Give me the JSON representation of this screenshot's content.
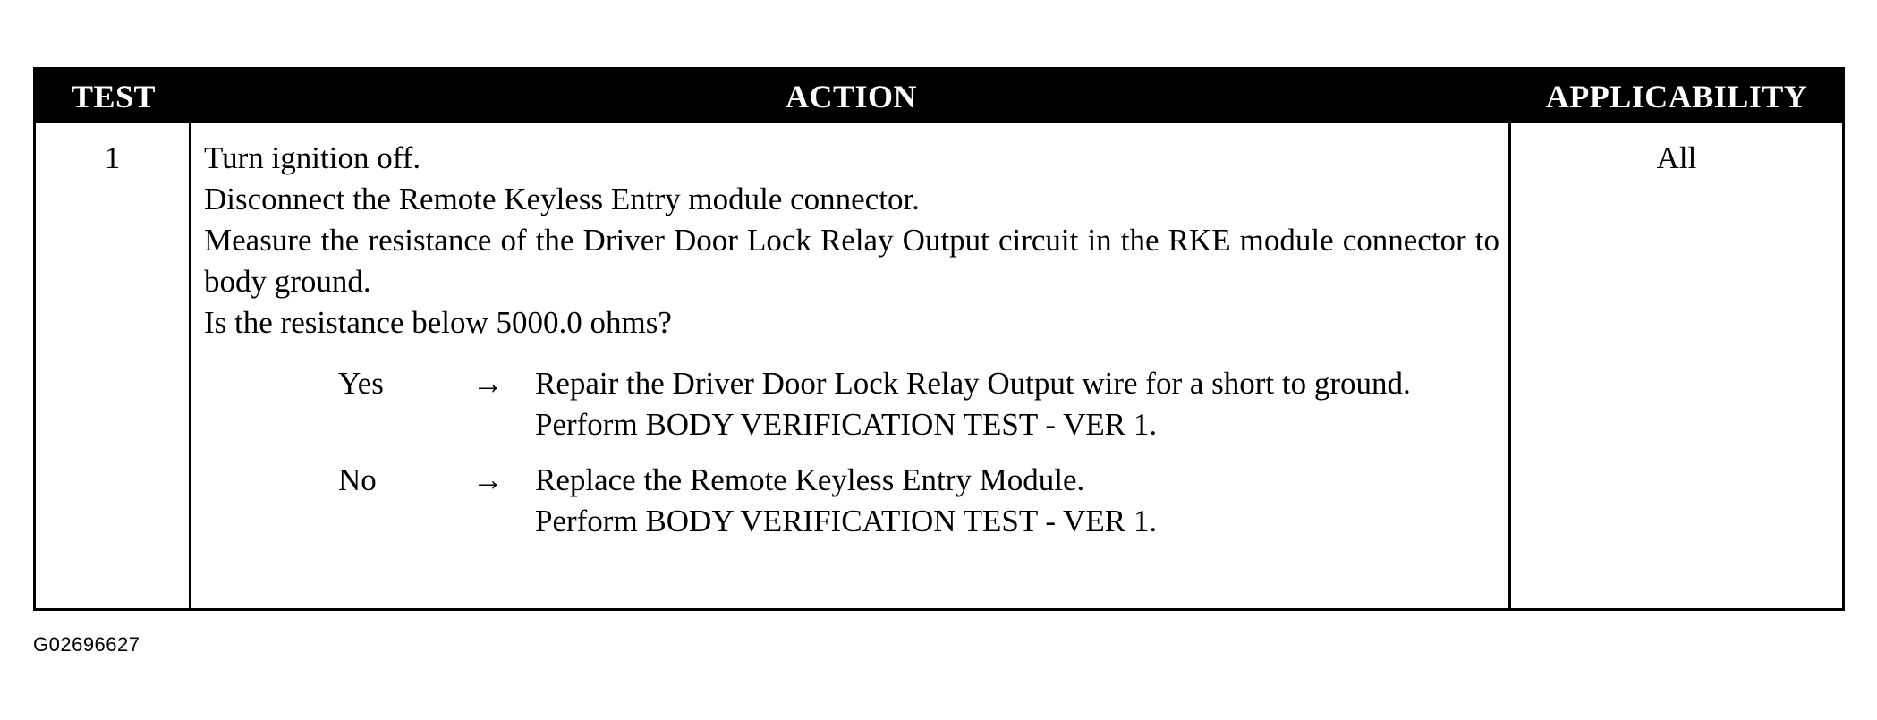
{
  "table": {
    "headers": {
      "test": "TEST",
      "action": "ACTION",
      "applicability": "APPLICABILITY"
    },
    "row": {
      "test_number": "1",
      "action_lines": [
        "Turn ignition off.",
        "Disconnect the Remote Keyless Entry module connector."
      ],
      "measure_text": "Measure the resistance of the Driver Door Lock Relay Output circuit in the RKE module connector to body ground.",
      "question": "Is the resistance below 5000.0 ohms?",
      "options": [
        {
          "label": "Yes",
          "arrow": "→",
          "text": "Repair the Driver Door Lock Relay Output wire for a short to ground.",
          "followup": "Perform BODY VERIFICATION TEST - VER 1."
        },
        {
          "label": "No",
          "arrow": "→",
          "text": "Replace the Remote Keyless Entry Module.",
          "followup": "Perform BODY VERIFICATION TEST - VER 1."
        }
      ],
      "applicability": "All"
    }
  },
  "figure_id": "G02696627"
}
